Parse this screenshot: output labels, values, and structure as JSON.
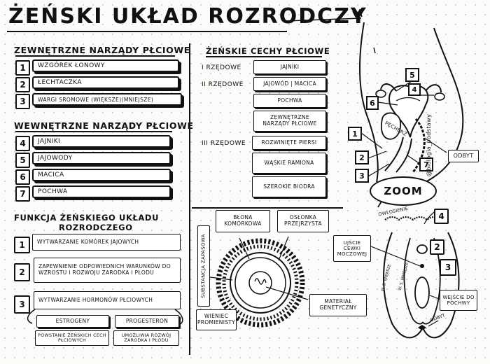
{
  "title": "ŻEŃSKI UKŁAD ROZRODCZY",
  "external": {
    "heading": "ZEWNĘTRZNE NARZĄDY PŁCIOWE",
    "items": [
      {
        "num": "1",
        "label": "WZGÓREK ŁONOWY"
      },
      {
        "num": "2",
        "label": "ŁECHTACZKA"
      },
      {
        "num": "3",
        "label": "WARGI SROMOWE (WIĘKSZE)(MNIEJSZE)"
      }
    ]
  },
  "internal": {
    "heading": "WEWNĘTRZNE NARZĄDY PŁCIOWE",
    "items": [
      {
        "num": "4",
        "label": "JAJNIKI"
      },
      {
        "num": "5",
        "label": "JAJOWODY"
      },
      {
        "num": "6",
        "label": "MACICA"
      },
      {
        "num": "7",
        "label": "POCHWA"
      }
    ]
  },
  "function": {
    "heading_line1": "FUNKCJA ŻEŃSKIEGO UKŁADU",
    "heading_line2": "ROZRODCZEGO",
    "items": [
      {
        "num": "1",
        "label": "WYTWARZANIE KOMÓREK JAJOWYCH"
      },
      {
        "num": "2",
        "label": "ZAPEWNIENIE ODPOWIEDNICH WARUNKÓW DO WZROSTU I ROZWOJU ZARODKA I PŁODU"
      },
      {
        "num": "3",
        "label": "WYTWARZANIE HORMONÓW PŁCIOWYCH"
      }
    ],
    "hormones": [
      {
        "name": "ESTROGENY",
        "effect": "POWSTANIE ŻEŃSKICH CECH PŁCIOWYCH"
      },
      {
        "name": "PROGESTERON",
        "effect": "UMOŻLIWIA ROZWÓJ ZARODKA I PŁODU"
      }
    ]
  },
  "traits": {
    "heading": "ŻEŃSKIE CECHY PŁCIOWE",
    "orders": [
      {
        "label": "I RZĘDOWE",
        "boxes": [
          "JAJNIKI"
        ]
      },
      {
        "label": "II RZĘDOWE",
        "boxes": [
          "JAJOWÓD | MACICA",
          "POCHWA",
          "ZEWNĘTRZNE NARZĄDY PŁCIOWE"
        ]
      },
      {
        "label": "III RZĘDOWE",
        "boxes": [
          "ROZWINIĘTE PIERSI",
          "WĄSKIE RAMIONA",
          "SZEROKIE BIODRA"
        ]
      }
    ]
  },
  "ovum": {
    "substance": "SUBSTANCJA ZAPASOWA",
    "membrane": "BŁONA KOMÓRKOWA",
    "zona": "OSŁONKA PRZEJRZYSTA",
    "genetic": "MATERIAŁ GENETYCZNY",
    "corona": "WIENIEC PROMIENISTY"
  },
  "diagram": {
    "bladder": "PĘCHERZ",
    "anus_box": "ODBYT",
    "zoom": "ZOOM",
    "labels": [
      "1",
      "2",
      "3",
      "4",
      "5",
      "6",
      "7"
    ]
  },
  "vulva": {
    "pubic_hair": "OWŁOSIENIE",
    "urethra": "UJŚCIE CEWKI MOCZOWEJ",
    "vagina_entry": "WEJŚCIE DO POCHWY",
    "anus": "ODBYT",
    "labia_minora": "W. S. MNIEJSZE",
    "labia_majora": "W. S. WIĘKSZE",
    "labels": [
      "4",
      "2",
      "3"
    ]
  },
  "watermark": "@biologia_podstawy"
}
